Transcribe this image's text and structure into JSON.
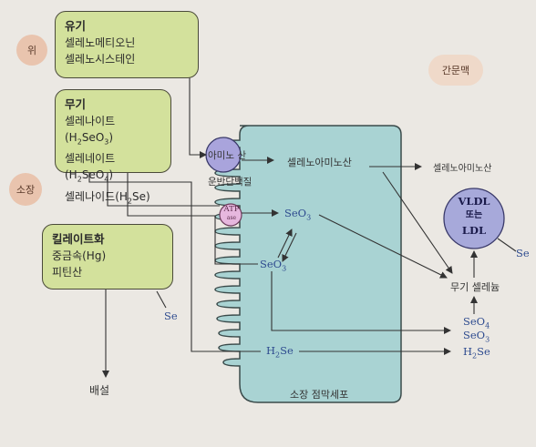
{
  "regions": {
    "stomach": "위",
    "small_intestine": "소장",
    "portal_blood": "간문맥"
  },
  "boxes": {
    "organic": {
      "title": "유기",
      "items": [
        "셀레노메티오닌",
        "셀레노시스테인"
      ]
    },
    "inorganic": {
      "title": "무기",
      "items": [
        {
          "base": "셀레나이트(H",
          "s1": "2",
          "mid": "SeO",
          "s2": "3",
          "end": ")"
        },
        {
          "base": "셀레네이트(H",
          "s1": "2",
          "mid": "SeO",
          "s2": "4",
          "end": ")"
        },
        {
          "base": "셀레나이드(H",
          "s1": "2",
          "mid": "Se)",
          "s2": "",
          "end": ""
        }
      ]
    },
    "chelation": {
      "title": "킬레이트화",
      "items": [
        "중금속(Hg)",
        "피틴산"
      ]
    }
  },
  "cell": {
    "label": "소장 점막세포",
    "amino_acid": "아미노 산",
    "transporter": "운반단백질",
    "atp": "ATP",
    "atp_sub": "ase"
  },
  "species": {
    "selenoamino_in_cell": "셀레노아미노산",
    "selenoamino_blood": "셀레노아미노산",
    "seo3_upper": {
      "base": "SeO",
      "sub": "3"
    },
    "seo3_lower": {
      "base": "SeO",
      "sub": "3"
    },
    "h2se_left": {
      "base": "H",
      "sub": "2",
      "end": "Se"
    },
    "h2se_right": {
      "base": "H",
      "sub": "2",
      "end": "Se"
    },
    "seo4_right": {
      "base": "SeO",
      "sub": "4"
    },
    "seo3_right": {
      "base": "SeO",
      "sub": "3"
    },
    "se_chelate": "Se",
    "se_vldl": "Se",
    "inorganic_se": "무기 셀레늄",
    "vldl": [
      "VLDL",
      "또는",
      "LDL"
    ],
    "excretion": "배설"
  },
  "colors": {
    "box_fill": "#d3e19c",
    "cell_fill": "#a9d3d3",
    "vldl_fill": "#a7a9da",
    "transporter_fill": "#a9a4dc",
    "atp_fill": "#e6b7de",
    "tag_fill": "#e9c4ae",
    "chem_text": "#2e4b8f"
  }
}
